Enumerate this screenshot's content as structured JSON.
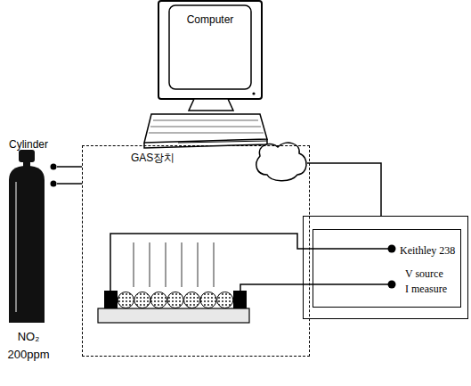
{
  "diagram": {
    "nodes": [
      {
        "text": [
          "Computer"
        ]
      },
      {
        "text": [
          "Cylinder",
          "NO₂",
          "200ppm"
        ]
      },
      {
        "text": [
          "GAS장치"
        ]
      },
      {
        "text": [
          "Keithley 238",
          "V source",
          "I measure"
        ]
      }
    ],
    "edges": [
      {
        "from": 0,
        "to": 3,
        "arrow": "none"
      },
      {
        "from": 1,
        "to": 2,
        "arrow": "none"
      },
      {
        "from": 1,
        "to": 2,
        "arrow": "none"
      }
    ]
  }
}
